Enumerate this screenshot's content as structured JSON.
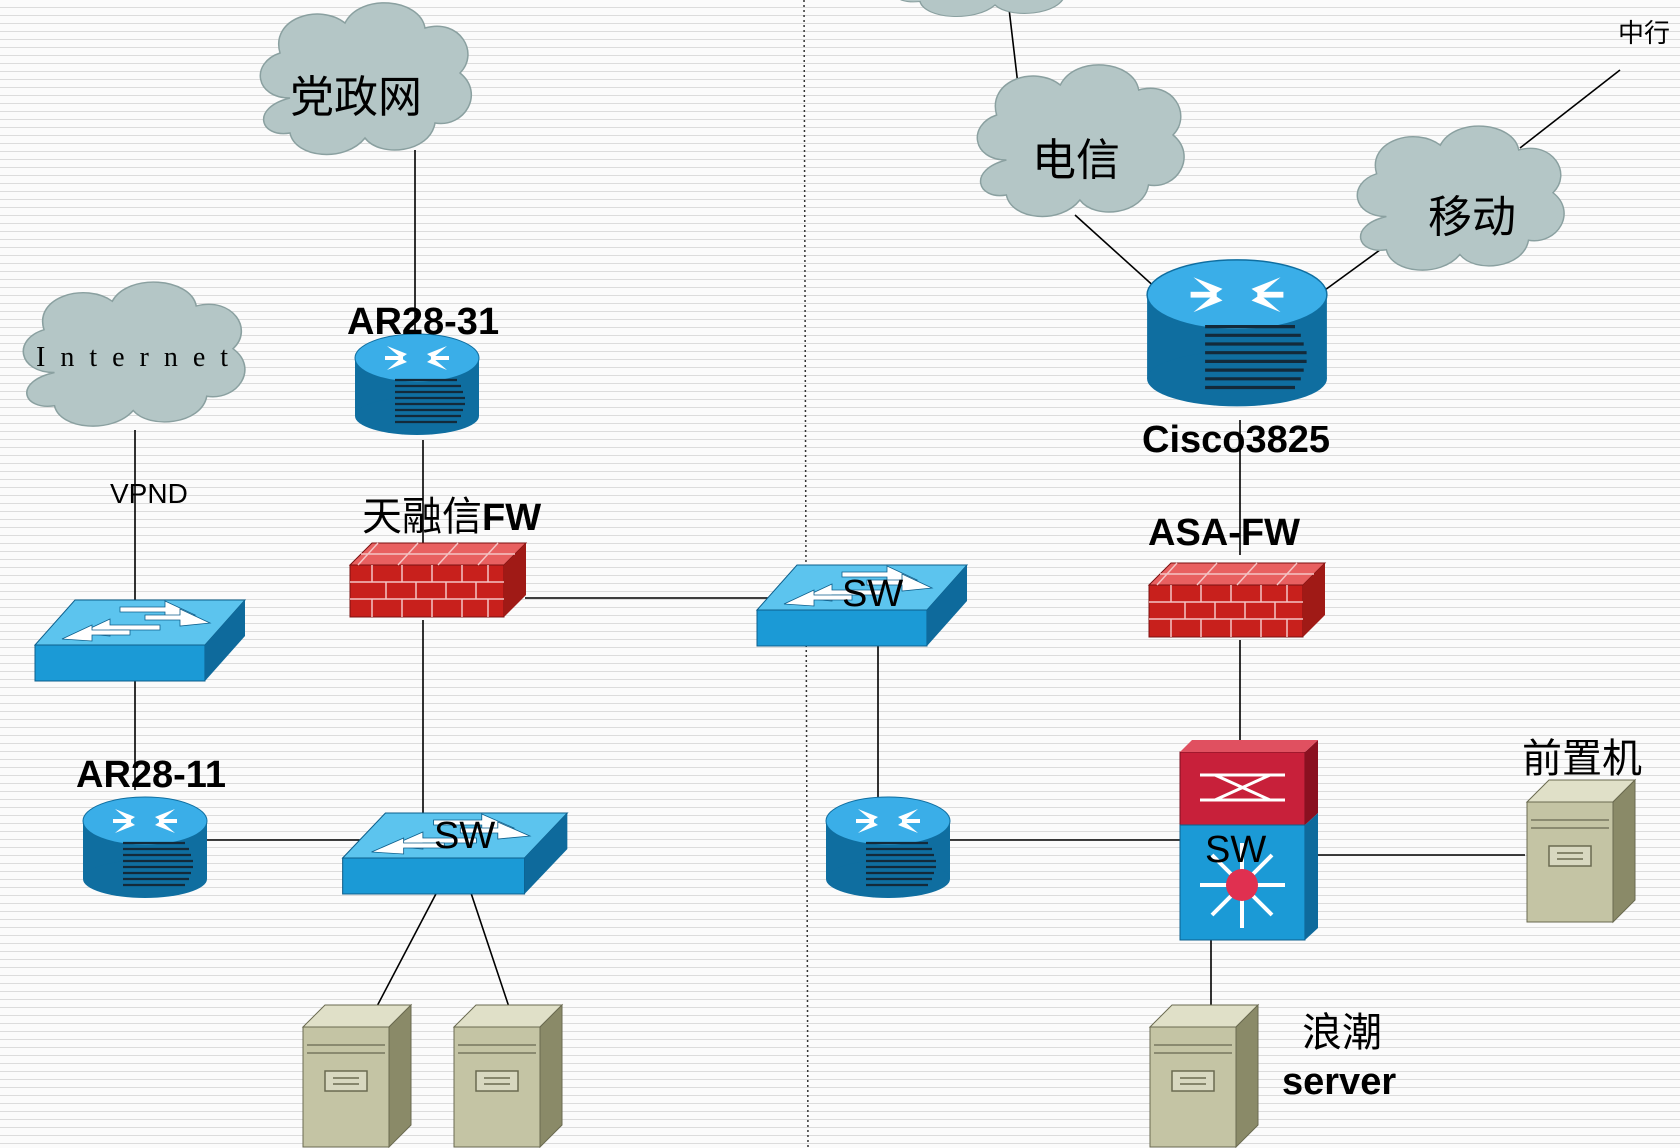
{
  "clouds": {
    "dangzheng": "党政网",
    "internet": "Internet",
    "dianxin": "电信",
    "yidong": "移动"
  },
  "labels": {
    "zhonghang": "中行",
    "vpnd": "VPND",
    "ar2831": "AR28-31",
    "ar2811": "AR28-11",
    "trx_fw": "天融信",
    "trx_fw_suffix": "FW",
    "cisco": "Cisco3825",
    "asa_fw": "ASA-FW",
    "sw_center": "SW",
    "sw_left": "SW",
    "sw_right": "SW",
    "qianzhiji": "前置机",
    "langchao": "浪潮",
    "server": "server"
  },
  "colors": {
    "cloud": "#b4c6c6",
    "router_blue": "#1a8fd0",
    "switch_blue": "#1ba0e0",
    "firewall_red": "#c8201c",
    "server_beige": "#c4c4a4"
  }
}
